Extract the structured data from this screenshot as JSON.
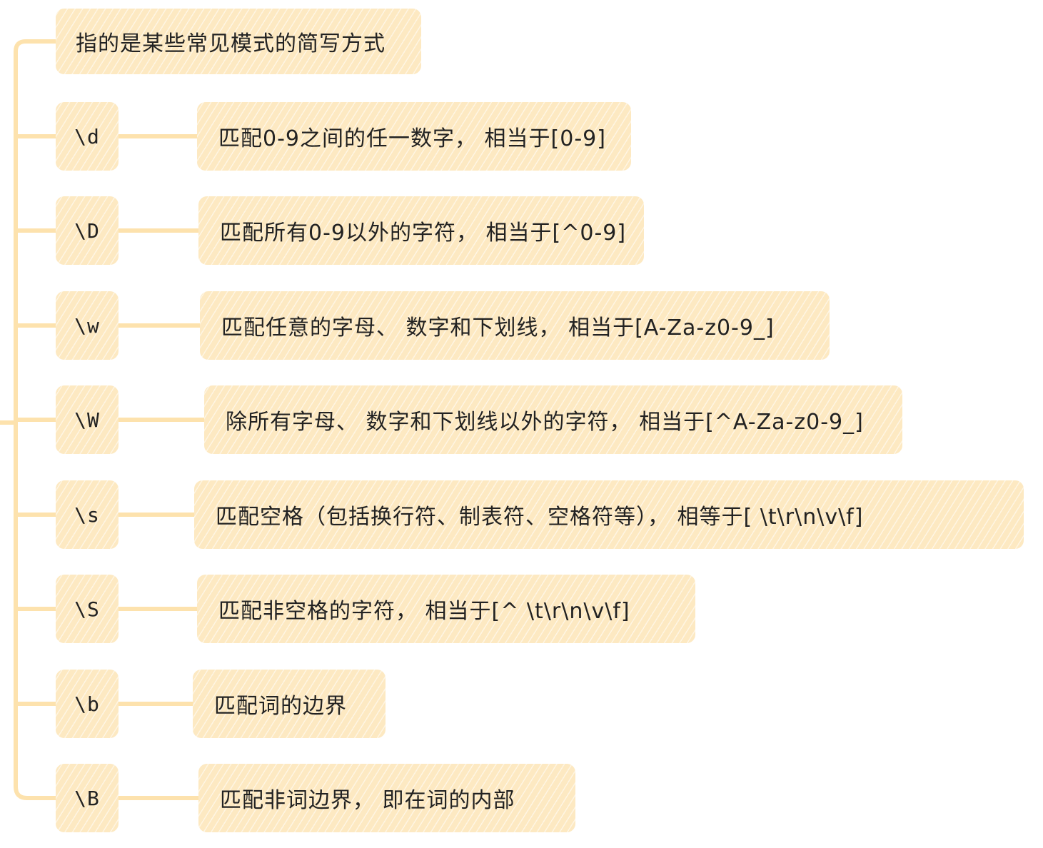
{
  "header": "指的是某些常见模式的简写方式",
  "rows": [
    {
      "key": "\\d",
      "desc": "匹配0-9之间的任一数字，  相当于[0-9]"
    },
    {
      "key": "\\D",
      "desc": "匹配所有0-9以外的字符，  相当于[^0-9]"
    },
    {
      "key": "\\w",
      "desc": "匹配任意的字母、 数字和下划线，  相当于[A-Za-z0-9_]"
    },
    {
      "key": "\\W",
      "desc": "除所有字母、 数字和下划线以外的字符，  相当于[^A-Za-z0-9_]"
    },
    {
      "key": "\\s",
      "desc": "匹配空格（包括换行符、制表符、空格符等），  相等于[ \\t\\r\\n\\v\\f]"
    },
    {
      "key": "\\S",
      "desc": "匹配非空格的字符，  相当于[^ \\t\\r\\n\\v\\f]"
    },
    {
      "key": "\\b",
      "desc": "匹配词的边界"
    },
    {
      "key": "\\B",
      "desc": "匹配非词边界，  即在词的内部"
    }
  ],
  "colors": {
    "node_fill": "#fde9c2",
    "connector": "#fde2ad"
  }
}
